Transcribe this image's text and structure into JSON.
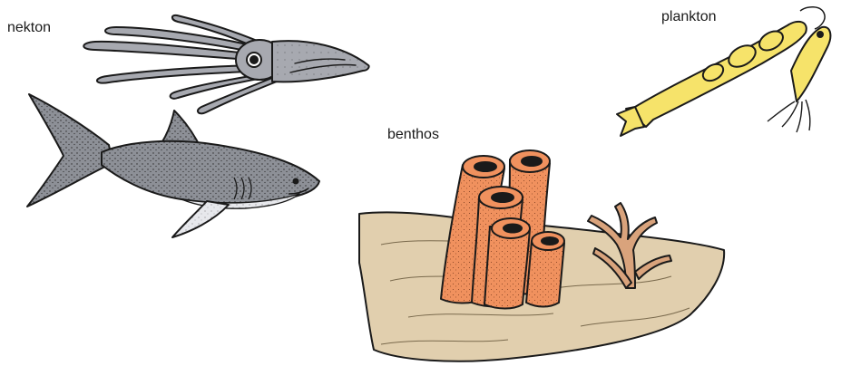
{
  "labels": {
    "nekton": "nekton",
    "plankton": "plankton",
    "benthos": "benthos"
  },
  "colors": {
    "squid": "#a7a9b0",
    "shark": "#8d9097",
    "shark_belly": "#e7e8ec",
    "copepod": "#f6e36a",
    "sponge": "#f0915e",
    "sand": "#e1cfae",
    "coral": "#d9a37c",
    "outline": "#1a1a1a"
  },
  "icons": [
    "squid-icon",
    "shark-icon",
    "copepod-icon",
    "tube-sponge-icon",
    "branching-coral-icon",
    "sea-floor-icon"
  ]
}
